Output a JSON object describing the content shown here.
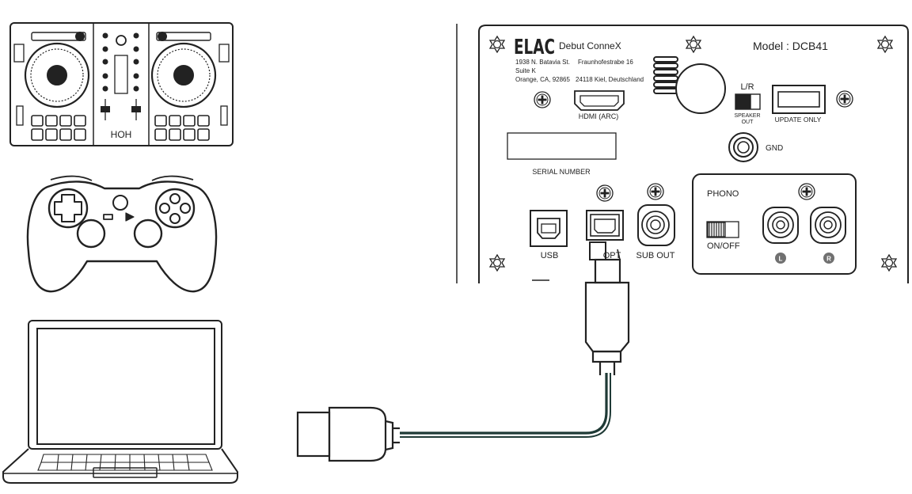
{
  "panel": {
    "brand": "ELAC",
    "product": "Debut ConneX",
    "model": "Model : DCB41",
    "address_us": [
      "1938 N. Batavia St.",
      "Suite K",
      "Orange, CA, 92865"
    ],
    "address_de": [
      "Fraunhofestrabe 16",
      "24118 Kiel, Deutschland"
    ],
    "hdmi_label": "HDMI (ARC)",
    "lr_label": "L/R",
    "speaker_out_label": [
      "SPEAKER",
      "OUT"
    ],
    "update_label": "UPDATE ONLY",
    "gnd_label": "GND",
    "serial_label": "SERIAL NUMBER",
    "usb_label": "USB",
    "opt_label": "OPT",
    "sub_label": "SUB OUT",
    "phono_label": "PHONO",
    "onoff_label": "ON/OFF",
    "left_label": "L",
    "right_label": "R"
  },
  "devices": {
    "dj_logo": "HOH"
  },
  "colors": {
    "line": "#222222",
    "cable": "#1f3a36",
    "badge": "#707070"
  }
}
